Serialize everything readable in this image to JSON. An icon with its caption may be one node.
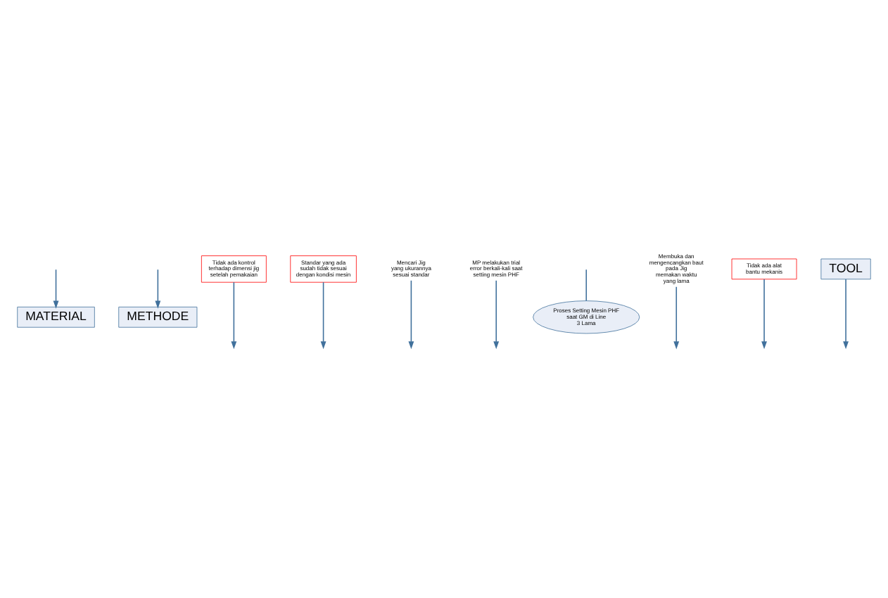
{
  "diagram": {
    "nodes": [
      {
        "text": [
          "MATERIAL"
        ]
      },
      {
        "text": [
          "METHODE"
        ]
      },
      {
        "text": [
          "Tidak ada kontrol terhadap dimensi jig setelah pemakaian"
        ]
      },
      {
        "text": [
          "Standar yang ada sudah tidak sesuai dengan kondisi mesin"
        ]
      },
      {
        "text": [
          "Mencari Jig yang ukurannya sesuai standar"
        ]
      },
      {
        "text": [
          "MP melakukan trial error berkali-kali saat setting mesin PHF"
        ]
      },
      {
        "text": [
          "Proses Setting Mesin PHF saat GM di Line 3 Lama"
        ]
      },
      {
        "text": [
          "Membuka dan mengencangkan baut pada Jig memakan waktu yang lama"
        ]
      },
      {
        "text": [
          "Tidak ada alat bantu mekanis"
        ]
      },
      {
        "text": [
          "TOOL"
        ]
      }
    ],
    "edges": [
      {
        "from": null,
        "to": 0,
        "arrow": "to"
      },
      {
        "from": null,
        "to": 1,
        "arrow": "to"
      },
      {
        "from": 9,
        "to": null,
        "arrow": "to"
      },
      {
        "from": null,
        "to": 6,
        "arrow": "none"
      },
      {
        "from": 4,
        "to": null,
        "arrow": "to"
      },
      {
        "from": 5,
        "to": null,
        "arrow": "to"
      },
      {
        "from": 7,
        "to": null,
        "arrow": "to"
      },
      {
        "from": 2,
        "to": null,
        "arrow": "to"
      },
      {
        "from": 3,
        "to": null,
        "arrow": "to"
      },
      {
        "from": 8,
        "to": null,
        "arrow": "to"
      }
    ]
  }
}
